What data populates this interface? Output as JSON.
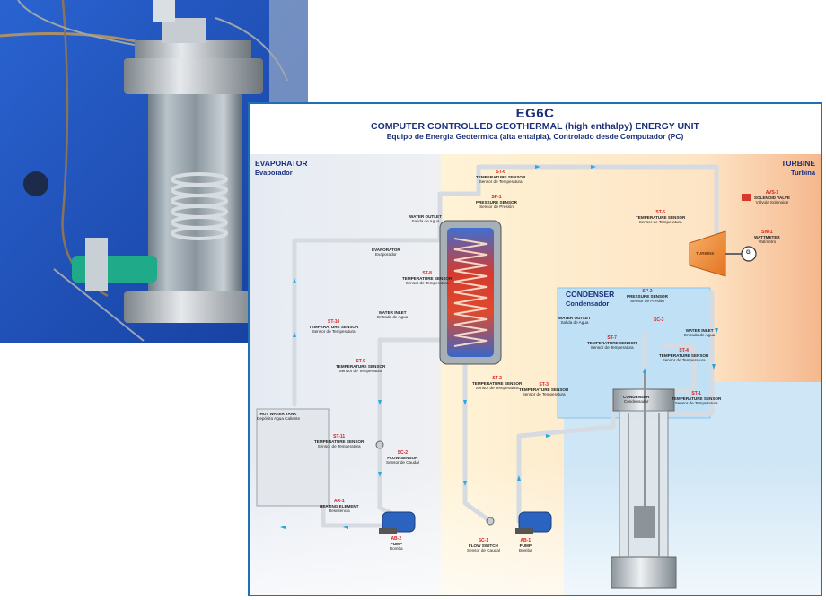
{
  "diagram": {
    "code": "EG6C",
    "title": "COMPUTER CONTROLLED GEOTHERMAL (high enthalpy) ENERGY UNIT",
    "subtitle": "Equipo de Energia Geotermica (alta entalpia), Controlado desde Computador (PC)",
    "sections": {
      "evaporator": {
        "en": "EVAPORATOR",
        "es": "Evaporador"
      },
      "turbine": {
        "en": "TURBINE",
        "es": "Turbina"
      },
      "condenser": {
        "en": "CONDENSER",
        "es": "Condensador"
      }
    },
    "components": {
      "st6": {
        "tag": "ST-6",
        "name": "TEMPERATURE SENSOR",
        "sub": "Sensor de Temperatura"
      },
      "sp1": {
        "tag": "SP-1",
        "name": "PRESSURE SENSOR",
        "sub": "Sensor de Presión"
      },
      "water_outlet_top": {
        "name": "WATER OUTLET",
        "sub": "Salida de Agua"
      },
      "evaporator_box": {
        "name": "EVAPORATOR",
        "sub": "Evaporador"
      },
      "st8": {
        "tag": "ST-8",
        "name": "TEMPERATURE SENSOR",
        "sub": "Sensor de Temperatura"
      },
      "water_inlet_left": {
        "name": "WATER INLET",
        "sub": "Entrada de Agua"
      },
      "st10": {
        "tag": "ST-10",
        "name": "TEMPERATURE SENSOR",
        "sub": "Sensor de Temperatura"
      },
      "st9": {
        "tag": "ST-9",
        "name": "TEMPERATURE SENSOR",
        "sub": "Sensor de Temperatura"
      },
      "hot_water_tank": {
        "name": "HOT WATER TANK",
        "sub": "Depósito Agua Caliente"
      },
      "st11": {
        "tag": "ST-11",
        "name": "TEMPERATURE SENSOR",
        "sub": "Sensor de Temperatura"
      },
      "sc2": {
        "tag": "SC-2",
        "name": "FLOW SENSOR",
        "sub": "Sensor de Caudal"
      },
      "ar1": {
        "tag": "AR-1",
        "name": "HEATING ELEMENT",
        "sub": "Resistencia"
      },
      "ab2": {
        "tag": "AB-2",
        "name": "PUMP",
        "sub": "Bomba"
      },
      "st2": {
        "tag": "ST-2",
        "name": "TEMPERATURE SENSOR",
        "sub": "Sensor de Temperatura"
      },
      "st3": {
        "tag": "ST-3",
        "name": "TEMPERATURE SENSOR",
        "sub": "Sensor de Temperatura"
      },
      "sc1": {
        "tag": "SC-1",
        "name": "FLOW SWITCH",
        "sub": "Sensor de Caudal"
      },
      "ab1": {
        "tag": "AB-1",
        "name": "PUMP",
        "sub": "Bomba"
      },
      "st5": {
        "tag": "ST-5",
        "name": "TEMPERATURE SENSOR",
        "sub": "Sensor de Temperatura"
      },
      "avs1": {
        "tag": "AVS-1",
        "name": "SOLENOID VALVE",
        "sub": "Válvula Solenoide"
      },
      "sw1": {
        "tag": "SW-1",
        "name": "WATTMETER",
        "sub": "Vatímetro"
      },
      "turbine_box": {
        "name": "TURBINE"
      },
      "generator": {
        "name": "G"
      },
      "sp2": {
        "tag": "SP-2",
        "name": "PRESSURE SENSOR",
        "sub": "Sensor de Presión"
      },
      "sc3": {
        "tag": "SC-3",
        "name": "",
        "sub": ""
      },
      "water_outlet_cond": {
        "name": "WATER OUTLET",
        "sub": "Salida de Agua"
      },
      "water_inlet_cond": {
        "name": "WATER INLET",
        "sub": "Entrada de Agua"
      },
      "st7": {
        "tag": "ST-7",
        "name": "TEMPERATURE SENSOR",
        "sub": "Sensor de Temperatura"
      },
      "st4": {
        "tag": "ST-4",
        "name": "TEMPERATURE SENSOR",
        "sub": "Sensor de Temperatura"
      },
      "st1": {
        "tag": "ST-1",
        "name": "TEMPERATURE SENSOR",
        "sub": "Sensor de Temperatura"
      },
      "condenser_box": {
        "name": "CONDENSER",
        "sub": "Condensador"
      }
    }
  },
  "colors": {
    "frame": "#1f6fb6",
    "title": "#1a2f7a",
    "tag_red": "#d62020",
    "pipe": "#d8dde3",
    "flow_arrow": "#2aa7e0",
    "photo_bg": "#1e4fb8"
  }
}
